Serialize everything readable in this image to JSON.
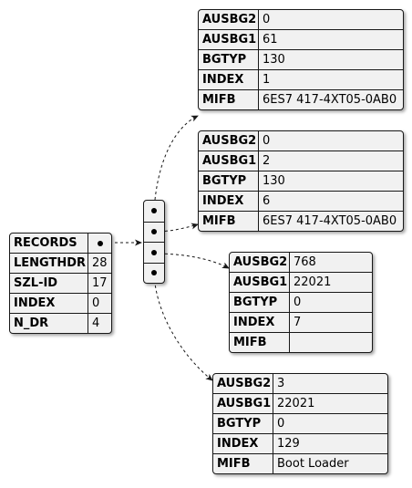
{
  "records_table": {
    "rows": [
      {
        "key": "RECORDS",
        "value": ""
      },
      {
        "key": "LENGTHDR",
        "value": "28"
      },
      {
        "key": "SZL-ID",
        "value": "17"
      },
      {
        "key": "INDEX",
        "value": "0"
      },
      {
        "key": "N_DR",
        "value": "4"
      }
    ]
  },
  "records": [
    {
      "AUSBG2": "0",
      "AUSBG1": "61",
      "BGTYP": "130",
      "INDEX": "1",
      "MIFB": "6ES7 417-4XT05-0AB0"
    },
    {
      "AUSBG2": "0",
      "AUSBG1": "2",
      "BGTYP": "130",
      "INDEX": "6",
      "MIFB": "6ES7 417-4XT05-0AB0"
    },
    {
      "AUSBG2": "768",
      "AUSBG1": "22021",
      "BGTYP": "0",
      "INDEX": "7",
      "MIFB": ""
    },
    {
      "AUSBG2": "3",
      "AUSBG1": "22021",
      "BGTYP": "0",
      "INDEX": "129",
      "MIFB": "Boot Loader"
    }
  ],
  "record_keys": [
    "AUSBG2",
    "AUSBG1",
    "BGTYP",
    "INDEX",
    "MIFB"
  ],
  "colors": {
    "background": "#ffffff",
    "table_fill": "#f1f1f1",
    "border": "#181818",
    "link": "#181818"
  }
}
